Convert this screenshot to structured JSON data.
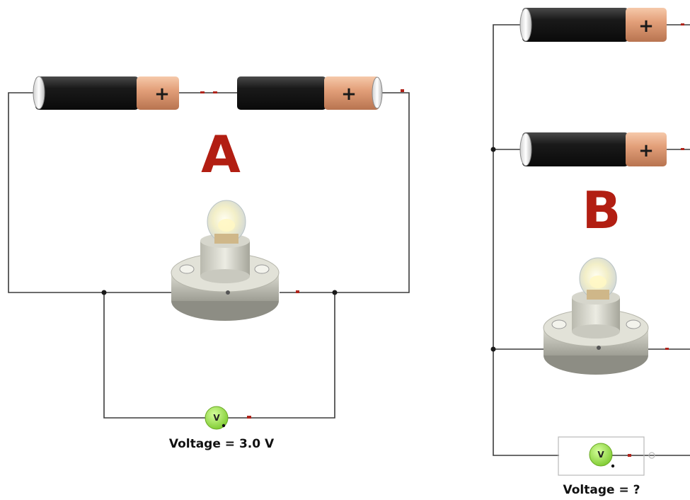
{
  "circuit_a": {
    "label": "A",
    "voltage_text": "Voltage = 3.0 V",
    "voltmeter_symbol": "V",
    "battery_plus": "+"
  },
  "circuit_b": {
    "label": "B",
    "voltage_text": "Voltage = ?",
    "voltmeter_symbol": "V",
    "battery_plus": "+"
  },
  "colors": {
    "label_red": "#b21e12",
    "battery_black": "#1c1c1c",
    "battery_copper": "#e3a07a",
    "voltmeter_green": "#9be04a",
    "wire": "#3b3b3b"
  },
  "icons": [
    "battery-icon",
    "light-bulb-icon",
    "voltmeter-icon"
  ]
}
